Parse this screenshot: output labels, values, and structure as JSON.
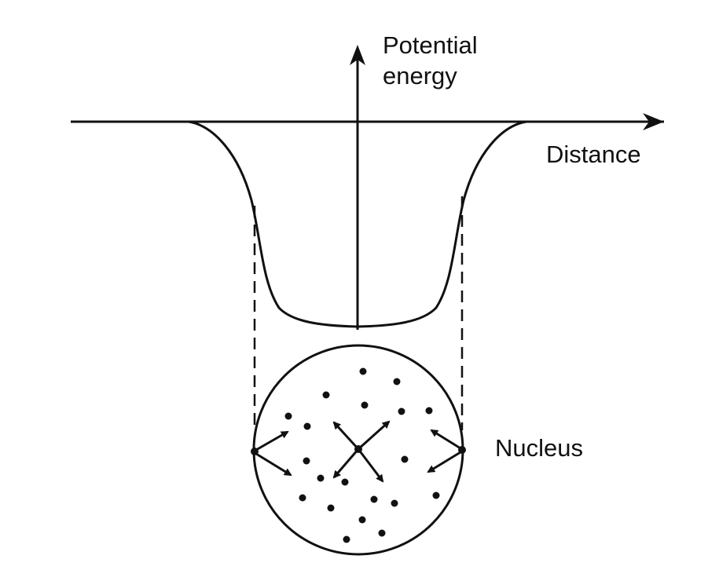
{
  "labels": {
    "y_axis_line1": "Potential",
    "y_axis_line2": "energy",
    "x_axis": "Distance",
    "nucleus": "Nucleus"
  },
  "colors": {
    "ink": "#111111",
    "background": "#ffffff"
  }
}
